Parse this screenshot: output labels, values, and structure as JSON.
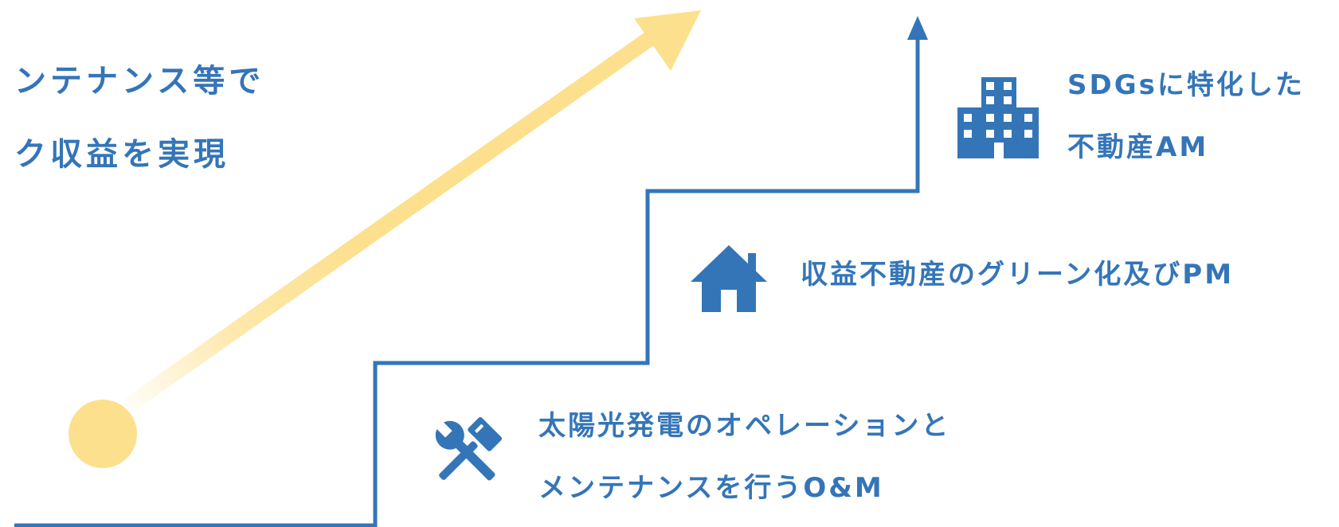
{
  "headline": {
    "line1": "ンテナンス等で",
    "line2": "ク収益を実現"
  },
  "steps": [
    {
      "icon": "tools-icon",
      "lines": [
        "太陽光発電のオペレーションと",
        "メンテナンスを行うO&M"
      ]
    },
    {
      "icon": "house-icon",
      "lines": [
        "収益不動産のグリーン化及びPM"
      ]
    },
    {
      "icon": "office-building-icon",
      "lines": [
        "SDGsに特化した",
        "不動産AM"
      ]
    }
  ],
  "colors": {
    "accent_blue": "#3475b8",
    "growth_yellow": "#fde08e",
    "background": "#ffffff"
  }
}
